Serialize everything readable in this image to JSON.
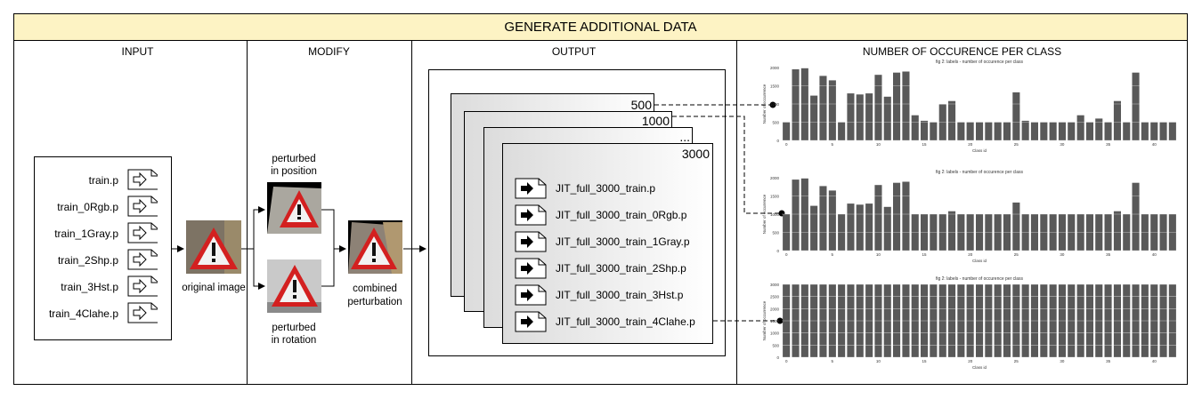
{
  "title": "GENERATE ADDITIONAL DATA",
  "sections": {
    "input": "INPUT",
    "modify": "MODIFY",
    "output": "OUTPUT",
    "occurrence": "NUMBER OF OCCURENCE PER CLASS"
  },
  "input_files": [
    "train.p",
    "train_0Rgb.p",
    "train_1Gray.p",
    "train_2Shp.p",
    "train_3Hst.p",
    "train_4Clahe.p"
  ],
  "modify": {
    "original": "original image",
    "position_line1": "perturbed",
    "position_line2": "in position",
    "rotation_line1": "perturbed",
    "rotation_line2": "in rotation",
    "combined_line1": "combined",
    "combined_line2": "perturbation"
  },
  "output": {
    "counts": [
      "500",
      "1000",
      "...",
      "3000"
    ],
    "files": [
      "JIT_full_3000_train.p",
      "JIT_full_3000_train_0Rgb.p",
      "JIT_full_3000_train_1Gray.p",
      "JIT_full_3000_train_2Shp.p",
      "JIT_full_3000_train_3Hst.p",
      "JIT_full_3000_train_4Clahe.p"
    ]
  },
  "chart_data": [
    {
      "type": "bar",
      "title": "fig 2: labels - number of occurence per class",
      "xlabel": "Class id",
      "ylabel": "Number of occurrence",
      "x_ticks": [
        "0",
        "5",
        "10",
        "15",
        "20",
        "25",
        "30",
        "35",
        "40"
      ],
      "y_ticks": [
        "0",
        "500",
        "1000",
        "1500",
        "2000"
      ],
      "ylim": [
        0,
        2000
      ],
      "values": [
        500,
        1950,
        1980,
        1230,
        1770,
        1650,
        500,
        1290,
        1260,
        1290,
        1800,
        1200,
        1860,
        1890,
        690,
        540,
        500,
        990,
        1080,
        500,
        500,
        500,
        500,
        500,
        500,
        1320,
        540,
        500,
        500,
        500,
        500,
        500,
        690,
        500,
        600,
        500,
        1080,
        500,
        1860,
        500,
        500,
        500,
        500
      ],
      "color": "#595959"
    },
    {
      "type": "bar",
      "title": "fig 2: labels - number of occurence per class",
      "xlabel": "Class id",
      "ylabel": "Number of occurrence",
      "x_ticks": [
        "0",
        "5",
        "10",
        "15",
        "20",
        "25",
        "30",
        "35",
        "40"
      ],
      "y_ticks": [
        "0",
        "500",
        "1000",
        "1500",
        "2000"
      ],
      "ylim": [
        0,
        2000
      ],
      "values": [
        1000,
        1950,
        1980,
        1230,
        1770,
        1650,
        1000,
        1290,
        1260,
        1290,
        1800,
        1200,
        1860,
        1890,
        1000,
        1000,
        1000,
        1000,
        1080,
        1000,
        1000,
        1000,
        1000,
        1000,
        1000,
        1320,
        1000,
        1000,
        1000,
        1000,
        1000,
        1000,
        1000,
        1000,
        1000,
        1000,
        1080,
        1000,
        1860,
        1000,
        1000,
        1000,
        1000
      ],
      "color": "#595959"
    },
    {
      "type": "bar",
      "title": "fig 2: labels - number of occurence per class",
      "xlabel": "Class id",
      "ylabel": "Number of occurrence",
      "x_ticks": [
        "0",
        "5",
        "10",
        "15",
        "20",
        "25",
        "30",
        "35",
        "40"
      ],
      "y_ticks": [
        "0",
        "500",
        "1000",
        "1500",
        "2000",
        "2500",
        "3000"
      ],
      "ylim": [
        0,
        3000
      ],
      "values": [
        3000,
        3000,
        3000,
        3000,
        3000,
        3000,
        3000,
        3000,
        3000,
        3000,
        3000,
        3000,
        3000,
        3000,
        3000,
        3000,
        3000,
        3000,
        3000,
        3000,
        3000,
        3000,
        3000,
        3000,
        3000,
        3000,
        3000,
        3000,
        3000,
        3000,
        3000,
        3000,
        3000,
        3000,
        3000,
        3000,
        3000,
        3000,
        3000,
        3000,
        3000,
        3000,
        3000
      ],
      "color": "#595959"
    }
  ],
  "colors": {
    "title_bg": "#fdf3c4",
    "bar": "#595959",
    "sign_red": "#d32020"
  }
}
